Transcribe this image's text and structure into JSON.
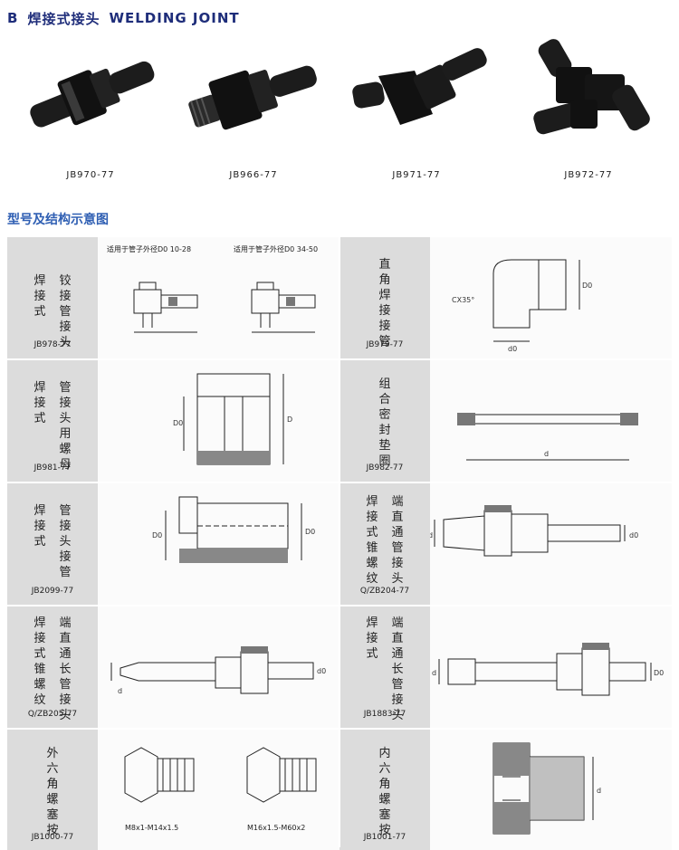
{
  "header": {
    "prefix": "B",
    "title_cn": "焊接式接头",
    "title_en": "WELDING JOINT"
  },
  "photos": [
    {
      "code": "JB970-77"
    },
    {
      "code": "JB966-77"
    },
    {
      "code": "JB971-77"
    },
    {
      "code": "JB972-77"
    }
  ],
  "section_title": "型号及结构示意图",
  "cells": [
    {
      "col1": "焊接式",
      "col2": "铰接管接头",
      "code": "JB978-77",
      "captions": [
        "适用于管子外径D0 10-28",
        "适用于管子外径D0 34-50"
      ]
    },
    {
      "col1": "直角焊接接管",
      "col2": "",
      "code": "JB979-77",
      "captions": [
        "CX35°",
        "D0",
        "d0"
      ]
    },
    {
      "col1": "焊接式",
      "col2": "管接头用螺母",
      "code": "JB981-77",
      "captions": [
        "D0",
        "D"
      ]
    },
    {
      "col1": "组合密封垫圈",
      "col2": "",
      "code": "JB982-77",
      "captions": [
        "d"
      ]
    },
    {
      "col1": "焊接式",
      "col2": "管接头接管",
      "code": "JB2099-77",
      "captions": [
        "D0",
        "D0"
      ]
    },
    {
      "col1": "焊接式锥螺纹",
      "col2": "端直通管接头",
      "code": "Q/ZB204-77",
      "captions": [
        "d",
        "d0"
      ]
    },
    {
      "col1": "焊接式锥螺纹",
      "col2": "端直通长管接头",
      "code": "Q/ZB205-77",
      "captions": [
        "d",
        "d0"
      ]
    },
    {
      "col1": "焊接式",
      "col2": "端直通长管接头",
      "code": "JB1883-77",
      "captions": [
        "d",
        "D0"
      ]
    },
    {
      "col1": "外六角螺塞按",
      "col2": "",
      "code": "JB1000-77",
      "captions": [
        "M8x1-M14x1.5",
        "M16x1.5-M60x2"
      ]
    },
    {
      "col1": "内六角螺塞按",
      "col2": "",
      "code": "JB1001-77",
      "captions": [
        "d"
      ]
    }
  ]
}
